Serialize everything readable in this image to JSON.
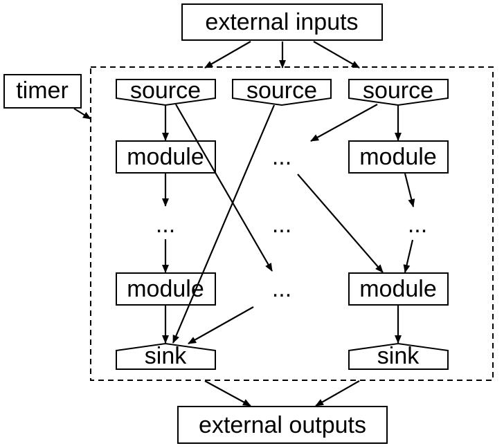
{
  "nodes": {
    "external_inputs": "external inputs",
    "external_outputs": "external outputs",
    "timer": "timer",
    "source_1": "source",
    "source_2": "source",
    "source_3": "source",
    "module_left_top": "module",
    "module_right_top": "module",
    "module_left_bottom": "module",
    "module_right_bottom": "module",
    "sink_left": "sink",
    "sink_right": "sink",
    "ellipsis_left_mid": "...",
    "ellipsis_center_top": "...",
    "ellipsis_center_mid": "...",
    "ellipsis_center_bottom": "...",
    "ellipsis_right_mid": "..."
  }
}
